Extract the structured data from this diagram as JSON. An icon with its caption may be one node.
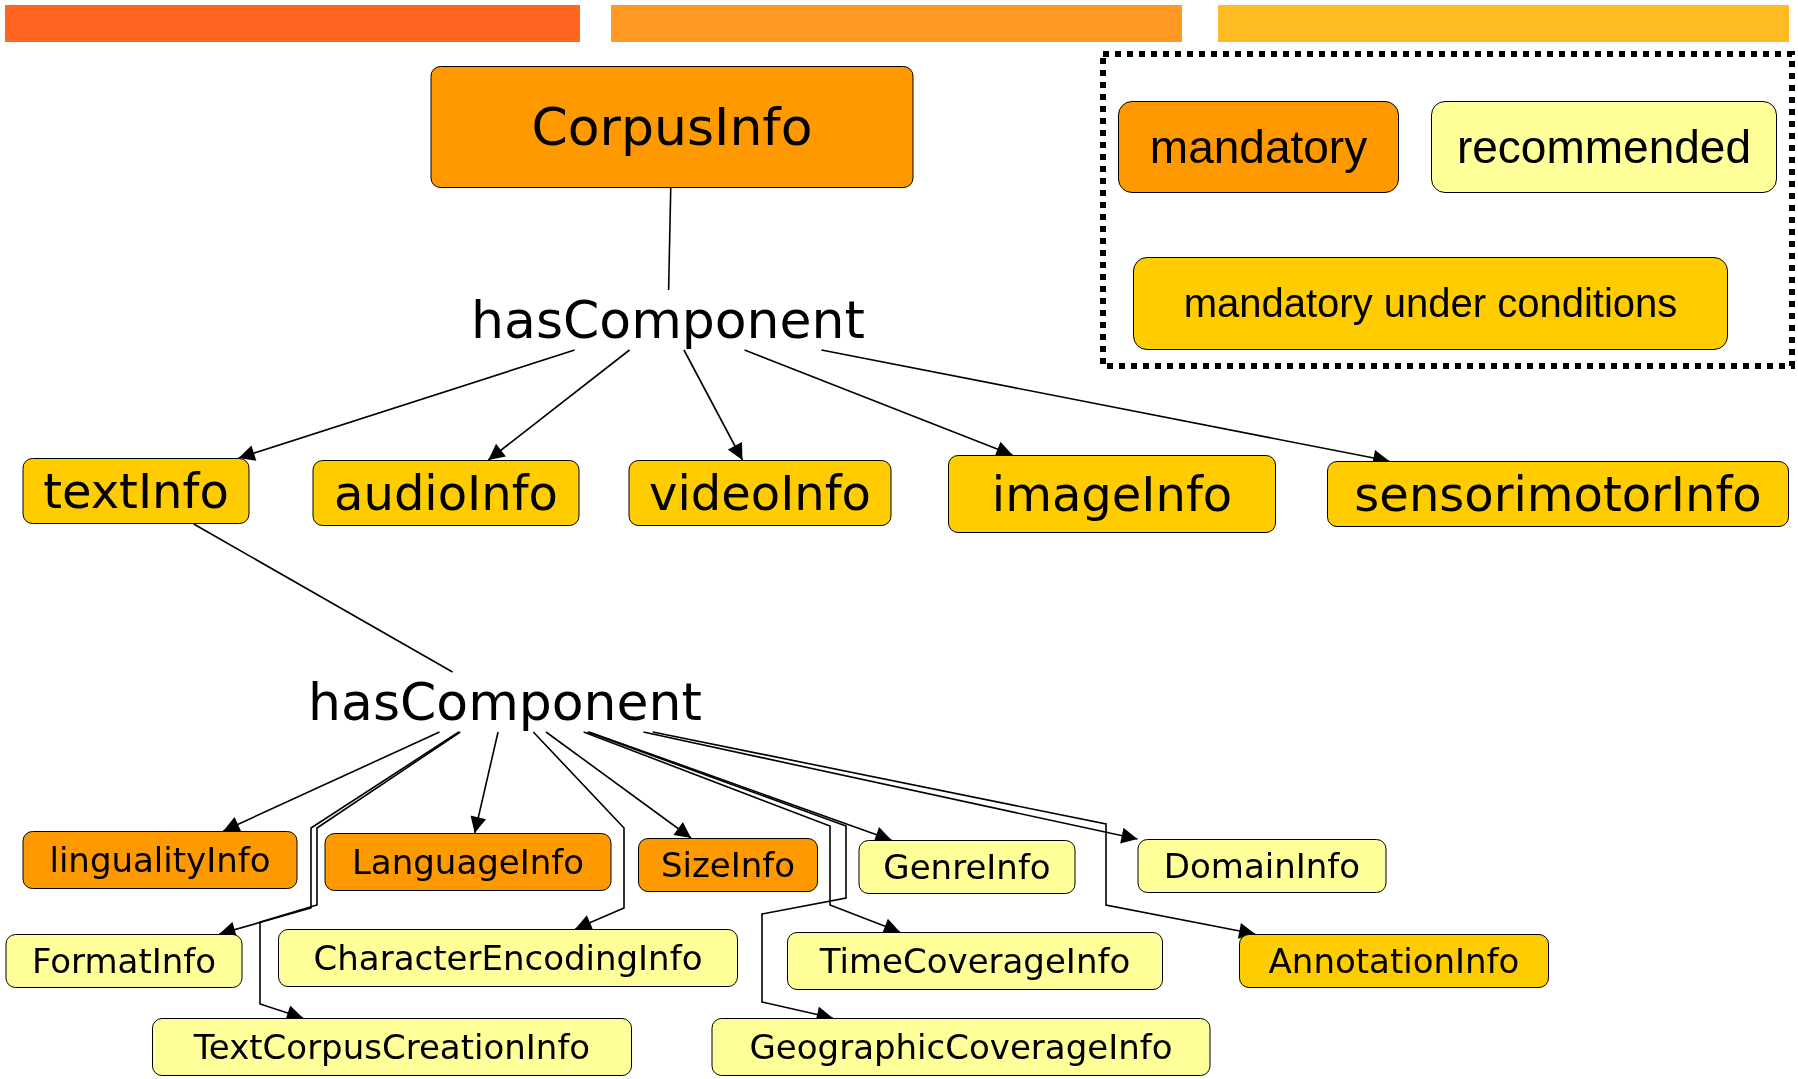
{
  "diagram": {
    "nodes": [
      {
        "text": [
          "CorpusInfo"
        ]
      },
      {
        "text": [
          "hasComponent"
        ]
      },
      {
        "text": [
          "textInfo"
        ]
      },
      {
        "text": [
          "audioInfo"
        ]
      },
      {
        "text": [
          "videoInfo"
        ]
      },
      {
        "text": [
          "imageInfo"
        ]
      },
      {
        "text": [
          "sensorimotorInfo"
        ]
      },
      {
        "text": [
          "hasComponent"
        ]
      },
      {
        "text": [
          "lingualityInfo"
        ]
      },
      {
        "text": [
          "LanguageInfo"
        ]
      },
      {
        "text": [
          "SizeInfo"
        ]
      },
      {
        "text": [
          "GenreInfo"
        ]
      },
      {
        "text": [
          "DomainInfo"
        ]
      },
      {
        "text": [
          "FormatInfo"
        ]
      },
      {
        "text": [
          "CharacterEncodingInfo"
        ]
      },
      {
        "text": [
          "TimeCoverageInfo"
        ]
      },
      {
        "text": [
          "AnnotationInfo"
        ]
      },
      {
        "text": [
          "TextCorpusCreationInfo"
        ]
      },
      {
        "text": [
          "GeographicCoverageInfo"
        ]
      }
    ],
    "edges": [
      {
        "from": 0,
        "to": 1,
        "arrow": "none"
      },
      {
        "from": 1,
        "to": 2,
        "arrow": "to"
      },
      {
        "from": 1,
        "to": 3,
        "arrow": "to"
      },
      {
        "from": 1,
        "to": 4,
        "arrow": "to"
      },
      {
        "from": 1,
        "to": 5,
        "arrow": "to"
      },
      {
        "from": 1,
        "to": 6,
        "arrow": "to"
      },
      {
        "from": 2,
        "to": 7,
        "arrow": "none"
      },
      {
        "from": 7,
        "to": 8,
        "arrow": "to"
      },
      {
        "from": 7,
        "to": 13,
        "arrow": "to"
      },
      {
        "from": 7,
        "to": 17,
        "arrow": "to"
      },
      {
        "from": 7,
        "to": 9,
        "arrow": "to"
      },
      {
        "from": 7,
        "to": 14,
        "arrow": "to"
      },
      {
        "from": 7,
        "to": 10,
        "arrow": "to"
      },
      {
        "from": 7,
        "to": 15,
        "arrow": "to"
      },
      {
        "from": 7,
        "to": 18,
        "arrow": "to"
      },
      {
        "from": 7,
        "to": 11,
        "arrow": "to"
      },
      {
        "from": 7,
        "to": 16,
        "arrow": "to"
      },
      {
        "from": 7,
        "to": 12,
        "arrow": "to"
      }
    ],
    "legend": [
      {
        "text": "mandatory",
        "color": "#ff9900"
      },
      {
        "text": "recommended",
        "color": "#ffff99"
      },
      {
        "text": "mandatory under conditions",
        "color": "#ffcc00"
      }
    ]
  }
}
